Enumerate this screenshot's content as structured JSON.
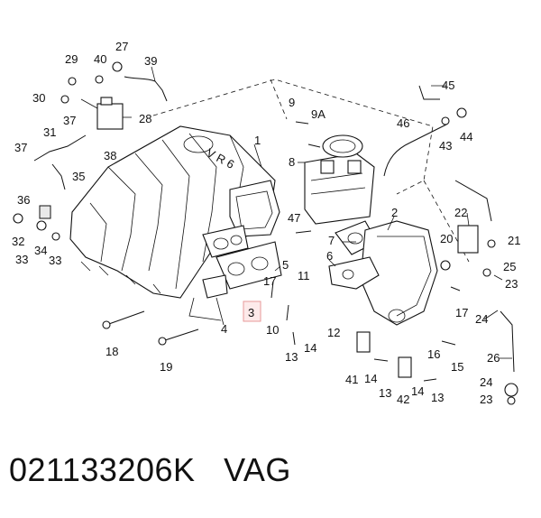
{
  "caption": {
    "part_number": "021133206K",
    "brand": "VAG"
  },
  "highlight_color": "#f4bcbc",
  "emblem_text": "V R 6",
  "callouts": [
    "1",
    "2",
    "3",
    "4",
    "5",
    "6",
    "7",
    "8",
    "9",
    "9A",
    "10",
    "11",
    "12",
    "13",
    "14",
    "15",
    "16",
    "17",
    "18",
    "19",
    "20",
    "21",
    "22",
    "23",
    "24",
    "25",
    "26",
    "27",
    "28",
    "29",
    "30",
    "31",
    "32",
    "33",
    "34",
    "35",
    "36",
    "37",
    "38",
    "39",
    "40",
    "41",
    "42",
    "43",
    "44",
    "45",
    "46",
    "47"
  ],
  "labels": {
    "c1": "1",
    "c2": "2",
    "c3": "3",
    "c4": "4",
    "c5": "5",
    "c6": "6",
    "c7": "7",
    "c8": "8",
    "c9": "9",
    "c9a": "9A",
    "c10": "10",
    "c11": "11",
    "c12": "12",
    "c13": "13",
    "c14": "14",
    "c15": "15",
    "c16": "16",
    "c17": "17",
    "c18": "18",
    "c19": "19",
    "c20": "20",
    "c21": "21",
    "c22": "22",
    "c23": "23",
    "c24": "24",
    "c25": "25",
    "c26": "26",
    "c27": "27",
    "c28": "28",
    "c29": "29",
    "c30": "30",
    "c31": "31",
    "c32": "32",
    "c33": "33",
    "c34": "34",
    "c35": "35",
    "c36": "36",
    "c37": "37",
    "c38": "38",
    "c39": "39",
    "c40": "40",
    "c41": "41",
    "c42": "42",
    "c43": "43",
    "c44": "44",
    "c45": "45",
    "c46": "46",
    "c47": "47"
  }
}
